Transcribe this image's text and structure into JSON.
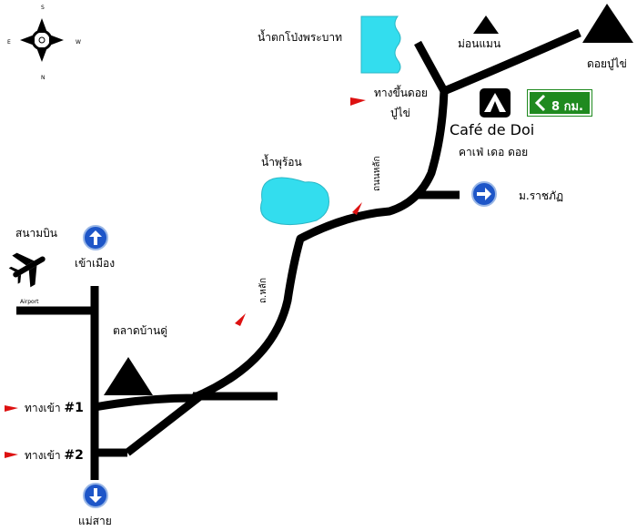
{
  "colors": {
    "road": "#000000",
    "water": "#33ddee",
    "marker": "#dd1111",
    "sign_blue": "#1e56c8",
    "sign_green": "#1f8a1f"
  },
  "compass": {
    "north": "N",
    "south": "S",
    "east": "E",
    "west": "W"
  },
  "places": {
    "waterfall": "น้ำตกโป่งพระบาท",
    "mon_maen": "ม่อนแมน",
    "doi_pu_khai": "ดอยปู่ไข่",
    "road_up_line1": "ทางขึ้นดอย",
    "road_up_line2": "ปู่ไข่",
    "cafe_en": "Café de Doi",
    "cafe_th": "คาเฟ่ เดอ ดอย",
    "hot_spring": "น้ำพุร้อน",
    "university": "ม.ราชภัฏ",
    "airport_th": "สนามบิน",
    "airport_en": "Airport",
    "to_city": "เข้าเมือง",
    "market": "ตลาดบ้านดู่",
    "entrance1_text": "ทางเข้า",
    "entrance1_num": "#1",
    "entrance2_text": "ทางเข้า",
    "entrance2_num": "#2",
    "mae_sai": "แม่สาย",
    "main_road_1": "ถ.หลัก",
    "main_road_2": "ถนนหลัก"
  },
  "distance_sign": "8 กม."
}
